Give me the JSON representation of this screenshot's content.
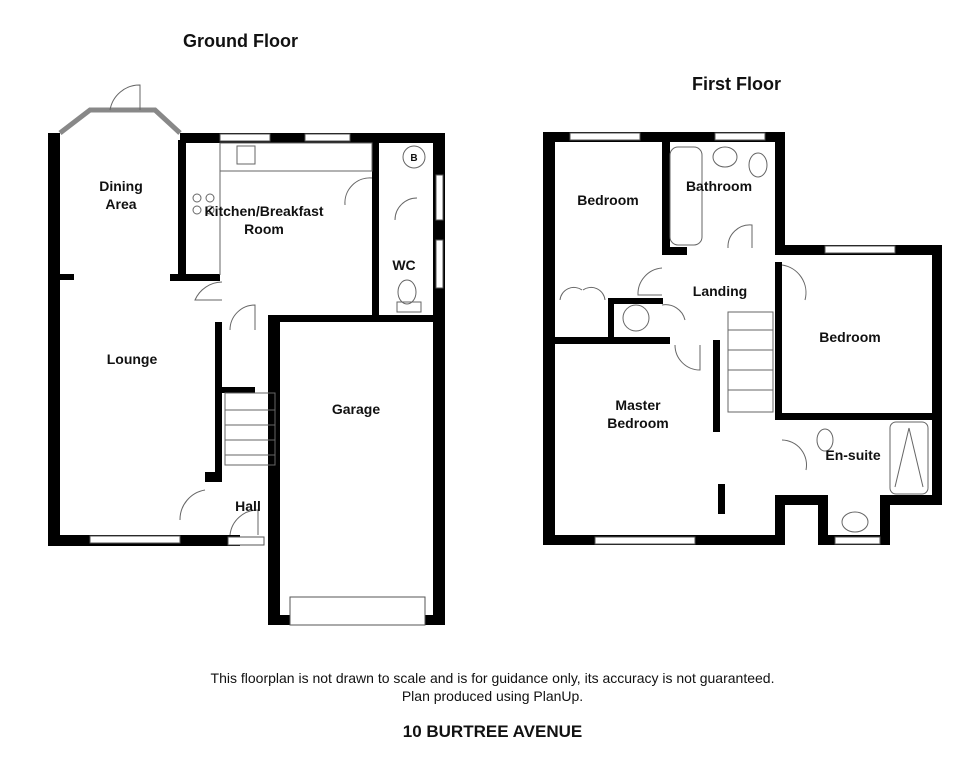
{
  "ground_floor": {
    "title": "Ground Floor",
    "rooms": {
      "dining_line1": "Dining",
      "dining_line2": "Area",
      "kitchen_line1": "Kitchen/Breakfast",
      "kitchen_line2": "Room",
      "wc": "WC",
      "lounge": "Lounge",
      "garage": "Garage",
      "hall": "Hall",
      "boiler": "B"
    }
  },
  "first_floor": {
    "title": "First Floor",
    "rooms": {
      "bedroom_front": "Bedroom",
      "bathroom": "Bathroom",
      "landing": "Landing",
      "bedroom_side": "Bedroom",
      "master_line1": "Master",
      "master_line2": "Bedroom",
      "ensuite": "En-suite"
    }
  },
  "footer": {
    "disclaimer_line1": "This floorplan is not drawn to scale and is for guidance only, its accuracy is not guaranteed.",
    "disclaimer_line2": "Plan produced using PlanUp.",
    "address": "10 BURTREE AVENUE"
  }
}
